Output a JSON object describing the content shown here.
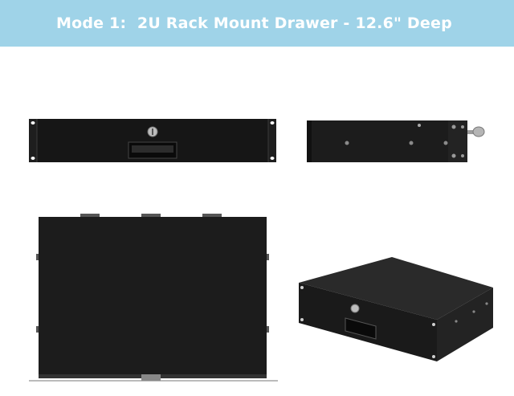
{
  "header": {
    "title": "Mode 1:  2U Rack Mount Drawer - 12.6\" Deep",
    "background_color": "#9fd3e8",
    "text_color": "#ffffff"
  },
  "views": [
    {
      "name": "front-view",
      "depicts": "drawer-front-with-lock-and-handle"
    },
    {
      "name": "side-view",
      "depicts": "drawer-side-with-key"
    },
    {
      "name": "top-view",
      "depicts": "drawer-top-panel"
    },
    {
      "name": "perspective-view",
      "depicts": "drawer-3d-angle"
    }
  ],
  "colors": {
    "panel": "#1e1e1e",
    "panel_edge": "#0d0d0d",
    "highlight": "#3a3a3a",
    "metal": "#c8c8c8"
  }
}
